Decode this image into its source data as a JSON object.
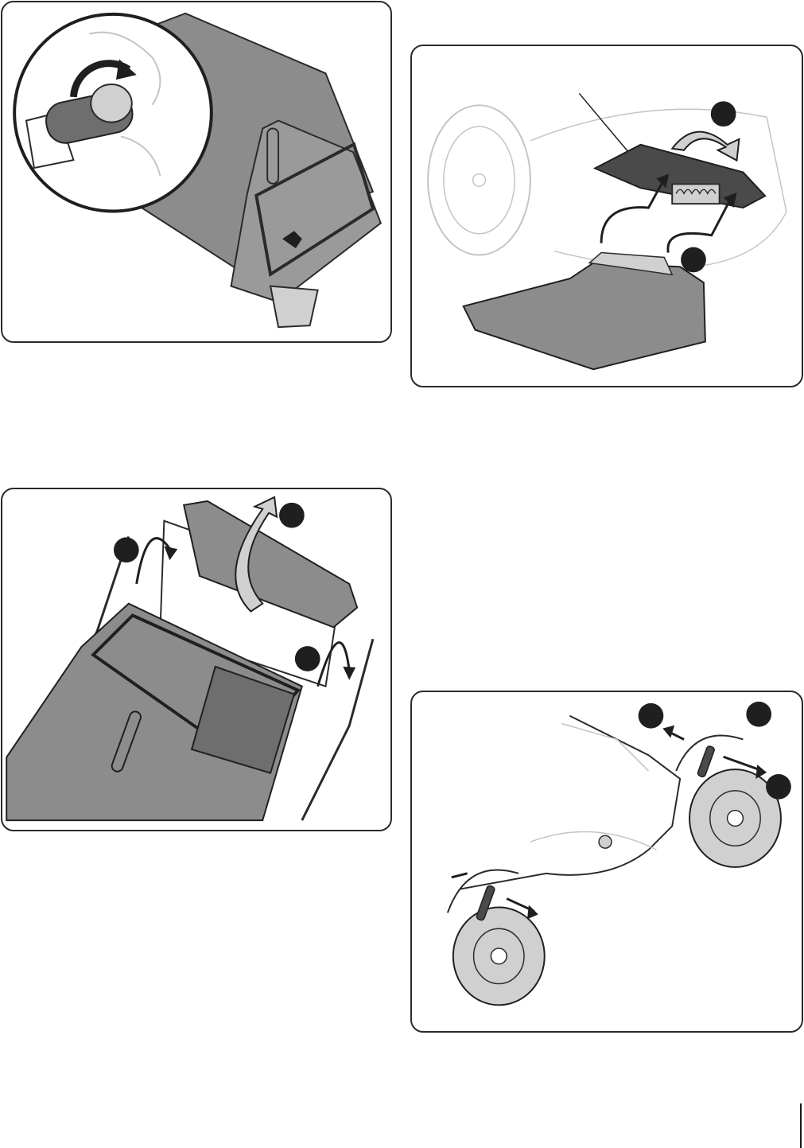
{
  "colors": {
    "outline": "#2a2a2a",
    "bag": "#8c8c8c",
    "bag_dark": "#6e6e6e",
    "light_gray": "#d0d0d0",
    "faint": "#c4c4c4",
    "callout": "#1f1f1f"
  },
  "figures": [
    {
      "name": "grass-bag-handle-detail",
      "callouts": []
    },
    {
      "name": "rear-flap-spring-removal",
      "callouts": [
        "",
        ""
      ]
    },
    {
      "name": "grass-bag-attach",
      "callouts": [
        "",
        "",
        ""
      ]
    },
    {
      "name": "wheel-height-adjust",
      "callouts": [
        "",
        "",
        ""
      ]
    }
  ]
}
